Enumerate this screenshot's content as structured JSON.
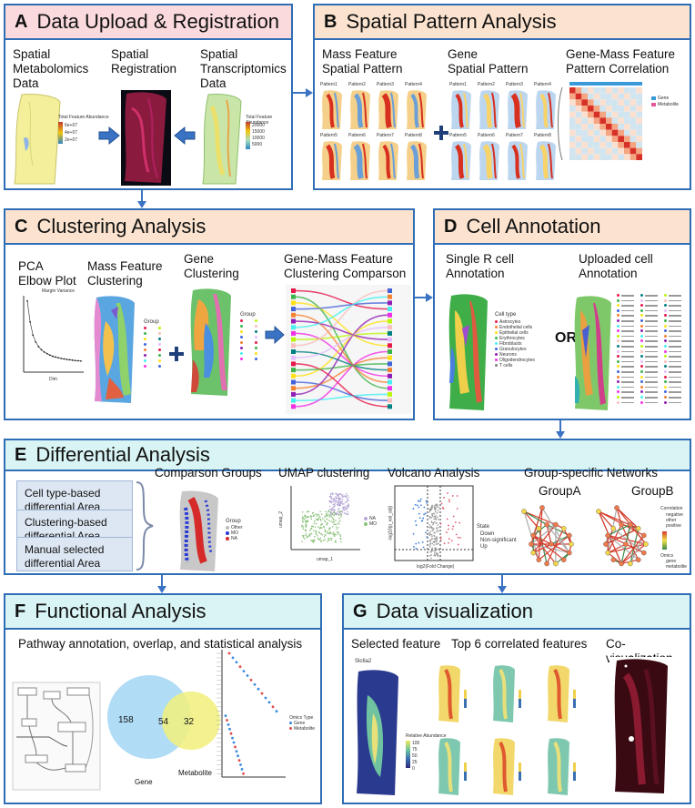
{
  "panels": {
    "A": {
      "letter": "A",
      "title": "Data Upload & Registration",
      "labels": {
        "metab": "Spatial\nMetabolomics\nData",
        "reg": "Spatial\nRegistration",
        "trans": "Spatial\nTranscriptomics\nData"
      },
      "legend_metab": {
        "title": "Total Feature Abundance",
        "ticks": [
          "6e+07",
          "4e+07",
          "2e+07"
        ]
      },
      "legend_trans": {
        "title": "Total Feature Abundance",
        "ticks": [
          "20000",
          "15000",
          "10000",
          "5000"
        ]
      }
    },
    "B": {
      "letter": "B",
      "title": "Spatial Pattern Analysis",
      "labels": {
        "mass": "Mass Feature\nSpatial Pattern",
        "gene": "Gene\nSpatial Pattern",
        "corr": "Gene-Mass Feature\nPattern Correlation"
      },
      "patterns": [
        "Pattern1",
        "Pattern2",
        "Pattern3",
        "Pattern4",
        "Pattern5",
        "Pattern6",
        "Pattern7",
        "Pattern8"
      ],
      "corr_legend": [
        "Gene",
        "Metabolite"
      ]
    },
    "C": {
      "letter": "C",
      "title": "Clustering Analysis",
      "labels": {
        "pca": "PCA\nElbow Plot",
        "mass": "Mass Feature\nClustering",
        "gene": "Gene\nClustering",
        "comp": "Gene-Mass Feature\nClustering Comparson"
      },
      "elbow_title": "Margin Variance",
      "elbow_xlabel": "Dim",
      "group_label": "Group"
    },
    "D": {
      "letter": "D",
      "title": "Cell Annotation",
      "labels": {
        "single": "Single R cell\nAnnotation",
        "uploaded": "Uploaded cell\nAnnotation"
      },
      "or_text": "OR",
      "legend_title": "Cell type",
      "celltypes": [
        "Astrocytes",
        "Endothelial cells",
        "Epithelial cells",
        "Erythrocytes",
        "Fibroblasts",
        "Granulocytes",
        "Neurons",
        "Oligodendrocytes",
        "T cells"
      ]
    },
    "E": {
      "letter": "E",
      "title": "Differential Analysis",
      "boxes": [
        "Cell type-based\ndifferential Area",
        "Clustering-based\ndifferential Area",
        "Manual selected\ndifferential Area"
      ],
      "labels": {
        "comp": "Comparson Groups",
        "umap": "UMAP clustering",
        "volcano": "Volcano Analysis",
        "networks": "Group-specific Networks",
        "groupA": "GroupA",
        "groupB": "GroupB"
      },
      "comp_legend": {
        "title": "Group",
        "items": [
          "Other",
          "MO",
          "NA"
        ]
      },
      "umap_legend": [
        "NA",
        "MO"
      ],
      "umap_xlabel": "umap_1",
      "umap_ylabel": "umap_2",
      "volcano_xlabel": "log2(Fold Change)",
      "volcano_ylabel": "-log10(p_val_adj)",
      "volcano_legend": {
        "title": "State",
        "items": [
          "Down",
          "Non-significant",
          "Up"
        ]
      },
      "net_legend": {
        "title": "Correlation",
        "items": [
          "negative",
          "other",
          "positive"
        ],
        "omics": "Omics",
        "omics_items": [
          "gene",
          "metabolite"
        ]
      }
    },
    "F": {
      "letter": "F",
      "title": "Functional Analysis",
      "subtitle": "Pathway annotation, overlap, and statistical analysis",
      "venn": {
        "gene_only": "158",
        "overlap": "54",
        "metab_only": "32",
        "gene_label": "Gene",
        "metab_label": "Metabolite"
      },
      "dot_legend": {
        "title": "Omics Type",
        "items": [
          "Gene",
          "Metabolite"
        ]
      }
    },
    "G": {
      "letter": "G",
      "title": "Data visualization",
      "labels": {
        "selected": "Selected feature",
        "top6": "Top 6 correlated features",
        "covis": "Co-visualization"
      },
      "feature_name": "Slc6a2",
      "legend_title": "Relative Abundance",
      "ticks": [
        "100",
        "75",
        "50",
        "25",
        "0"
      ]
    }
  },
  "colors": {
    "border": "#2f6db5",
    "arrow": "#3b73c4",
    "pink": "#fadadd",
    "peach": "#fbe3cf",
    "cyan": "#d9f4f5"
  }
}
